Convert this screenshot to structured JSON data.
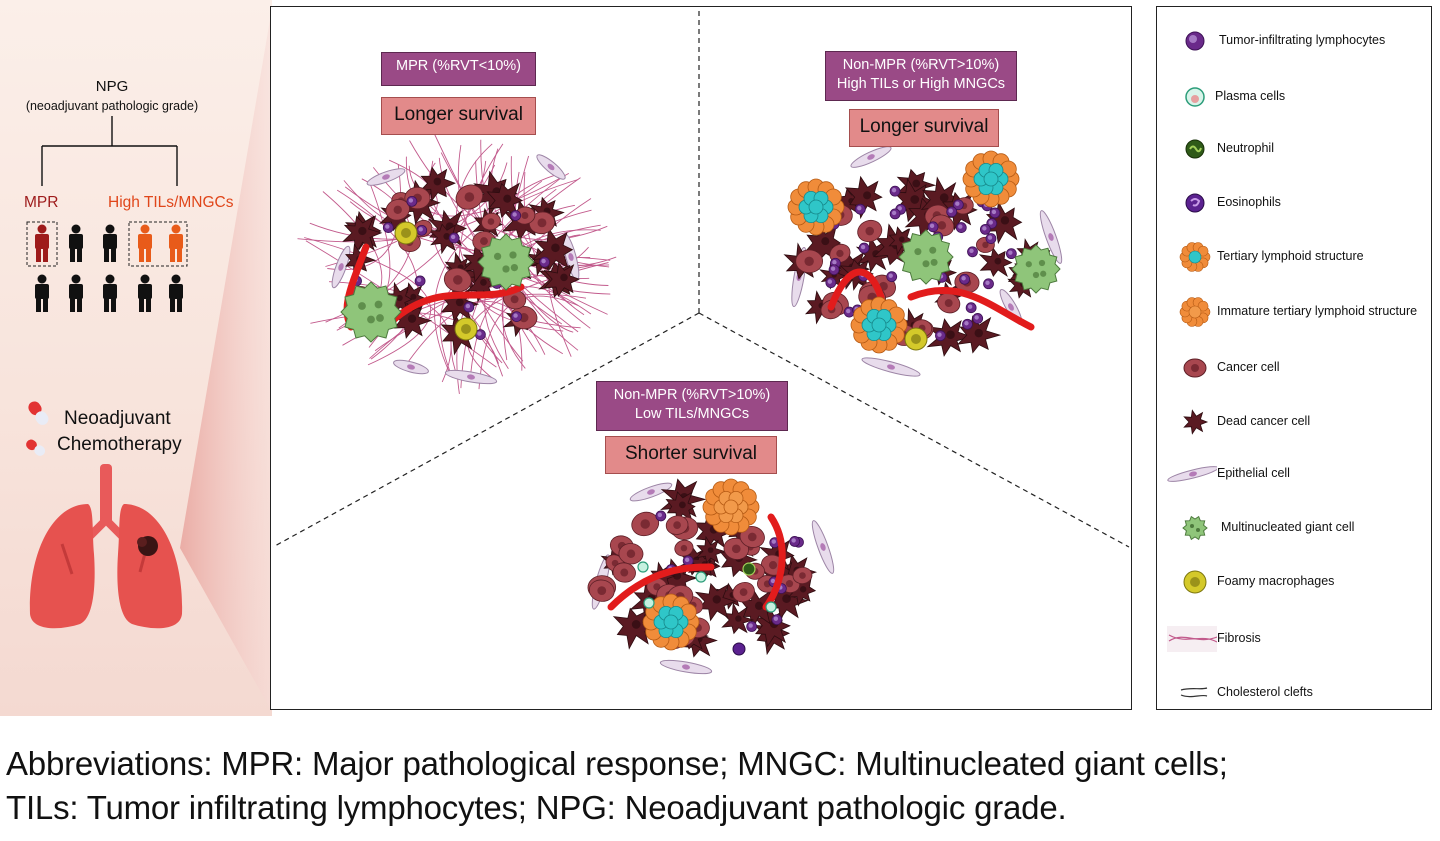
{
  "left": {
    "npg_label": "NPG",
    "npg_subtitle": "(neoadjuvant pathologic grade)",
    "mpr_label": "MPR",
    "tils_label": "High TILs/MNGCs",
    "chemo_line1": "Neoadjuvant",
    "chemo_line2": "Chemotherapy"
  },
  "panels": [
    {
      "tag_lines": [
        "MPR (%RVT<10%)"
      ],
      "survival": "Longer survival"
    },
    {
      "tag_lines": [
        "Non-MPR (%RVT>10%)",
        "High TILs or High MNGCs"
      ],
      "survival": "Longer survival"
    },
    {
      "tag_lines": [
        "Non-MPR (%RVT>10%)",
        "Low TILs/MNGCs"
      ],
      "survival": "Shorter survival"
    }
  ],
  "legend": [
    {
      "icon": "lymphocyte-icon",
      "label": "Tumor-infiltrating lymphocytes"
    },
    {
      "icon": "plasma-cell-icon",
      "label": "Plasma cells"
    },
    {
      "icon": "neutrophil-icon",
      "label": "Neutrophil"
    },
    {
      "icon": "eosinophil-icon",
      "label": "Eosinophils"
    },
    {
      "icon": "tertiary-lymphoid-icon",
      "label": "Tertiary lymphoid structure"
    },
    {
      "icon": "immature-tls-icon",
      "label": "Immature tertiary lymphoid structure"
    },
    {
      "icon": "cancer-cell-icon",
      "label": "Cancer cell"
    },
    {
      "icon": "dead-cancer-cell-icon",
      "label": "Dead cancer cell"
    },
    {
      "icon": "epithelial-cell-icon",
      "label": "Epithelial cell"
    },
    {
      "icon": "giant-cell-icon",
      "label": "Multinucleated giant cell"
    },
    {
      "icon": "foamy-macrophage-icon",
      "label": "Foamy macrophages"
    },
    {
      "icon": "fibrosis-icon",
      "label": "Fibrosis"
    },
    {
      "icon": "cholesterol-cleft-icon",
      "label": "Cholesterol clefts"
    }
  ],
  "footer": {
    "line1": "Abbreviations: MPR: Major pathological response; MNGC: Multinucleated giant cells;",
    "line2": "TILs: Tumor infiltrating lymphocytes; NPG: Neoadjuvant pathologic grade."
  },
  "colors": {
    "tag": "#9a4a86",
    "survival": "#e28a8a",
    "mpr": "#9e1b1b",
    "tils": "#e0461a",
    "dead_cell": "#5a1a22",
    "cancer_cell": "#a8474f",
    "giant_cell": "#8fc57a",
    "lymphocyte": "#6a2a8a",
    "vessel": "#e21c1c"
  }
}
